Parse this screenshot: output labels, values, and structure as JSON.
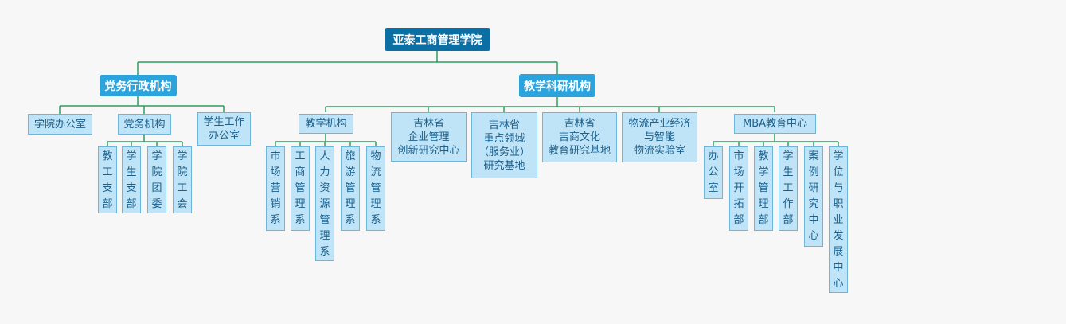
{
  "org": {
    "root": "亚泰工商管理学院",
    "admin": {
      "label": "党务行政机构",
      "office": "学院办公室",
      "party": {
        "label": "党务机构",
        "children": [
          "教工支部",
          "学生支部",
          "学院团委",
          "学院工会"
        ]
      },
      "student_office": "学生工作\n办公室"
    },
    "teaching": {
      "label": "教学科研机构",
      "teaching_org": {
        "label": "教学机构",
        "children": [
          "市场营销系",
          "工商管理系",
          "人力资源管理系",
          "旅游管理系",
          "物流管理系"
        ]
      },
      "centers": [
        "吉林省\n企业管理\n创新研究中心",
        "吉林省\n重点领域\n（服务业）\n研究基地",
        "吉林省\n吉商文化\n教育研究基地",
        "物流产业经济\n与智能\n物流实验室"
      ],
      "mba": {
        "label": "MBA教育中心",
        "children": [
          "办公室",
          "市场开拓部",
          "教学管理部",
          "学生工作部",
          "案例研究中心",
          "学位与职业发展中心"
        ]
      }
    }
  },
  "colors": {
    "connector": "#2f9e5f",
    "root_fill": "#0b6fa4",
    "level1_fill": "#2ba3dc",
    "box_fill": "#bfe3f7",
    "box_border": "#6cb6dc",
    "box_text": "#1b5f8a"
  }
}
